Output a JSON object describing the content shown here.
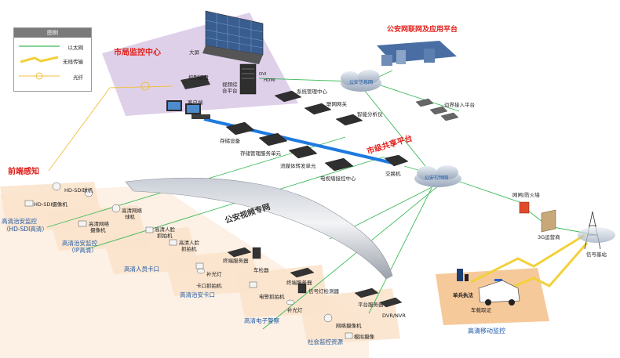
{
  "legend": {
    "title": "图例",
    "items": [
      "以太网",
      "无线传输",
      "光纤"
    ]
  },
  "titles": {
    "city_center": "市局监控中心",
    "public_security_platform": "公安网联网及应用平台",
    "shared_platform": "市级共享平台",
    "front_perception": "前端感知",
    "video_network": "公安视频专网",
    "mobile_monitoring": "高清移动监控"
  },
  "center": {
    "big_screen": "大屏",
    "dvi": "DVI",
    "hdmi": "HDMI",
    "keyboard": "控制键盘",
    "video_platform_1": "视频综",
    "video_platform_2": "合平台",
    "client": "客户端"
  },
  "clouds": {
    "info_net": "公安信息网",
    "video_net": "公安视频网"
  },
  "platform_nodes": {
    "system_mgmt": "系统管理中心",
    "gateway": "联网网关",
    "analysis": "智能分析仪",
    "storage": "存储设备",
    "storage_mgmt": "存储管理服务单元",
    "stream": "流媒体转发单元",
    "tvwall": "电视墙接控中心",
    "switch": "交换机",
    "border": "边界接入平台"
  },
  "network_edge": {
    "firewall": "网闸/防火墙",
    "operator": "3G运营商",
    "base_station": "信号基站",
    "single_police": "单兵执法",
    "vehicle": "车载取证"
  },
  "front": {
    "hdsdi_ball": "HD-SDI球机",
    "hdsdi_cam": "HD-SDI摄像机",
    "hd_sdi_group_1": "高清治安监控",
    "hd_sdi_group_2": "（HD-SDI高清）",
    "ip_ball_1": "高清网络",
    "ip_ball_2": "球机",
    "ip_cam_1": "高清网络",
    "ip_cam_2": "摄像机",
    "ip_group_1": "高清治安监控",
    "ip_group_2": "（IP高清）",
    "face_cam_a_1": "高清人脸",
    "face_cam_a_2": "抓拍机",
    "face_cam_b_1": "高清人脸",
    "face_cam_b_2": "抓拍机",
    "person_checkpoint": "高清人员卡口",
    "fill_light_1": "补光灯",
    "gate_capture": "卡口抓拍机",
    "terminal_server_1": "终端服务器",
    "vehicle_detector": "车检器",
    "checkpoint": "高清治安卡口",
    "fill_light_2": "补光灯",
    "police_capture": "电警抓拍机",
    "terminal_server_2": "终端服务器",
    "signal_detector": "信号灯检测器",
    "e_police": "高清电子警察",
    "platform_server": "平台服务器",
    "dvr_nvr": "DVR/NVR",
    "network_cam": "网络摄像机",
    "analog_cam": "模拟摄像",
    "social_resources": "社会监控资源"
  },
  "colors": {
    "ethernet": "#3dbb5a",
    "wireless": "#f2d13a",
    "fiber": "#f0c040",
    "title_red": "#e0201b",
    "group_blue": "#1e5aa8",
    "center_bg": "#d9c8e6",
    "front_bg": "#fbe9d8",
    "mobile_bg": "#f6c99a",
    "trunk_blue": "#1f7ae0"
  }
}
